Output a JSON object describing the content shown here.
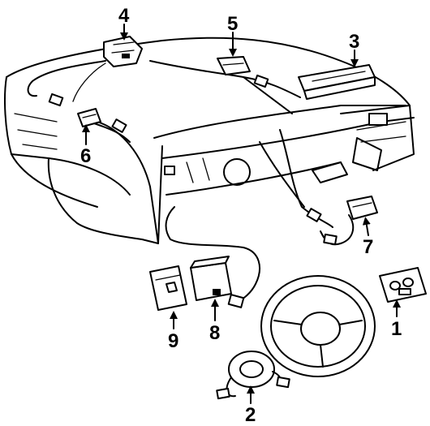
{
  "callouts": [
    {
      "id": 1,
      "label": "1"
    },
    {
      "id": 2,
      "label": "2"
    },
    {
      "id": 3,
      "label": "3"
    },
    {
      "id": 4,
      "label": "4"
    },
    {
      "id": 5,
      "label": "5"
    },
    {
      "id": 6,
      "label": "6"
    },
    {
      "id": 7,
      "label": "7"
    },
    {
      "id": 8,
      "label": "8"
    },
    {
      "id": 9,
      "label": "9"
    }
  ]
}
